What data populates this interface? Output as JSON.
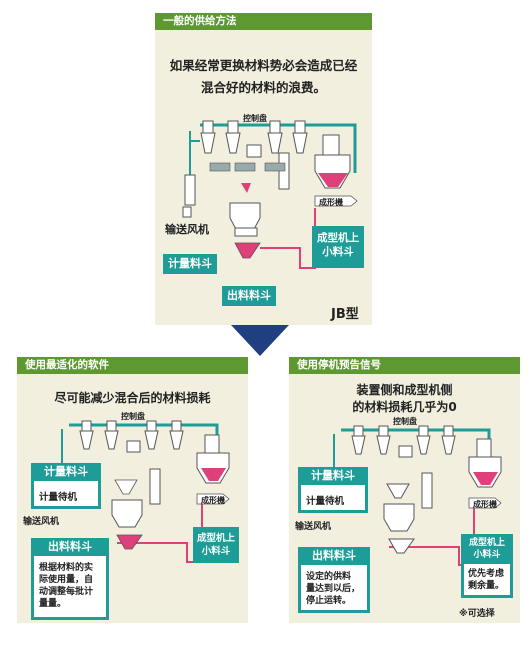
{
  "top": {
    "header": "一般的供给方法",
    "caption_line1": "如果经常更换材料势必会造成已经",
    "caption_line2": "混合好的材料的浪费。",
    "control_panel": "控制盘",
    "molding_machine": "成形機",
    "blower": "输送风机",
    "metering_hopper": "计量料斗",
    "discharge_hopper": "出料料斗",
    "feeder_hopper_l1": "成型机上",
    "feeder_hopper_l2": "小料斗",
    "model": "JB型"
  },
  "left": {
    "header": "使用最适化的软件",
    "caption": "尽可能减少混合后的材料损耗",
    "control_panel": "控制盘",
    "molding_machine": "成形機",
    "blower": "输送风机",
    "metering_hopper": "计量料斗",
    "metering_wait": "计量待机",
    "discharge_hopper": "出料料斗",
    "discharge_note": [
      "根据材料的实",
      "际使用量，自",
      "动调整每批计",
      "量量。"
    ],
    "feeder_hopper_l1": "成型机上",
    "feeder_hopper_l2": "小料斗"
  },
  "right": {
    "header": "使用停机预告信号",
    "caption_line1": "装置侧和成型机侧",
    "caption_line2": "的材料损耗几乎为0",
    "control_panel": "控制盘",
    "molding_machine": "成形機",
    "blower": "输送风机",
    "metering_hopper": "计量料斗",
    "metering_wait": "计量待机",
    "discharge_hopper": "出料料斗",
    "discharge_note": [
      "设定的供料",
      "量达到以后，",
      "停止运转。"
    ],
    "feeder_hopper_l1": "成型机上",
    "feeder_hopper_l2": "小料斗",
    "feeder_note": [
      "优先考虑",
      "剩余量。"
    ],
    "optional": "※可选择"
  },
  "colors": {
    "header": "#5e9830",
    "teal": "#1e9d98",
    "pink": "#e0407a",
    "panel": "#f2efdf",
    "arrow": "#1f3f80"
  }
}
